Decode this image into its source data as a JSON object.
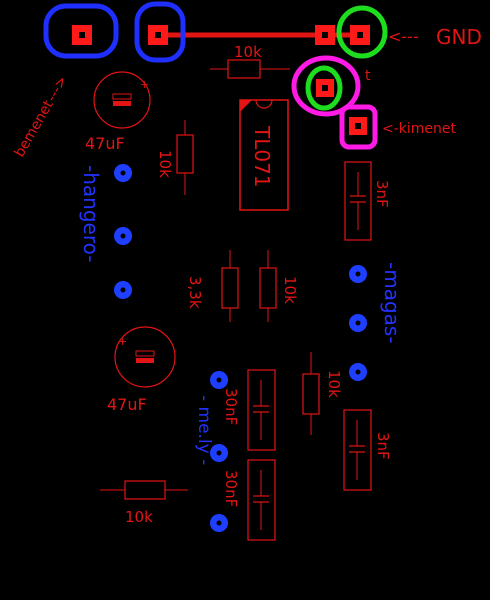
{
  "labels": {
    "gnd": "GND",
    "gnd_arrow": "<---",
    "input": "bemenet",
    "input_arrow": "--->",
    "output": "<-kimenet",
    "plus_partial": "t",
    "ic": "TL071",
    "r_top": "10k",
    "r_left": "10k",
    "r_mid_a": "3,3k",
    "r_mid_b": "10k",
    "r_right": "10k",
    "r_bottom": "10k",
    "c_top_left": "47uF",
    "c_mid_left": "47uF",
    "c_top_right": "3nF",
    "c_bottom_right": "3nF",
    "c_mid_a": "30nF",
    "c_mid_b": "30nF",
    "pot_left": "-hangero-",
    "pot_right": "-magas-",
    "pot_bottom": "- me.ly -",
    "plus_sign": "+"
  },
  "colors": {
    "trace": "#e21414",
    "pad": "#ff1a1a",
    "pot_pad": "#1e3fff",
    "blue_ring": "#1f2fff",
    "green_ring": "#1edc1e",
    "magenta_ring": "#ff1ae6",
    "label_blue": "#2233ff",
    "label_red": "#e21414"
  }
}
